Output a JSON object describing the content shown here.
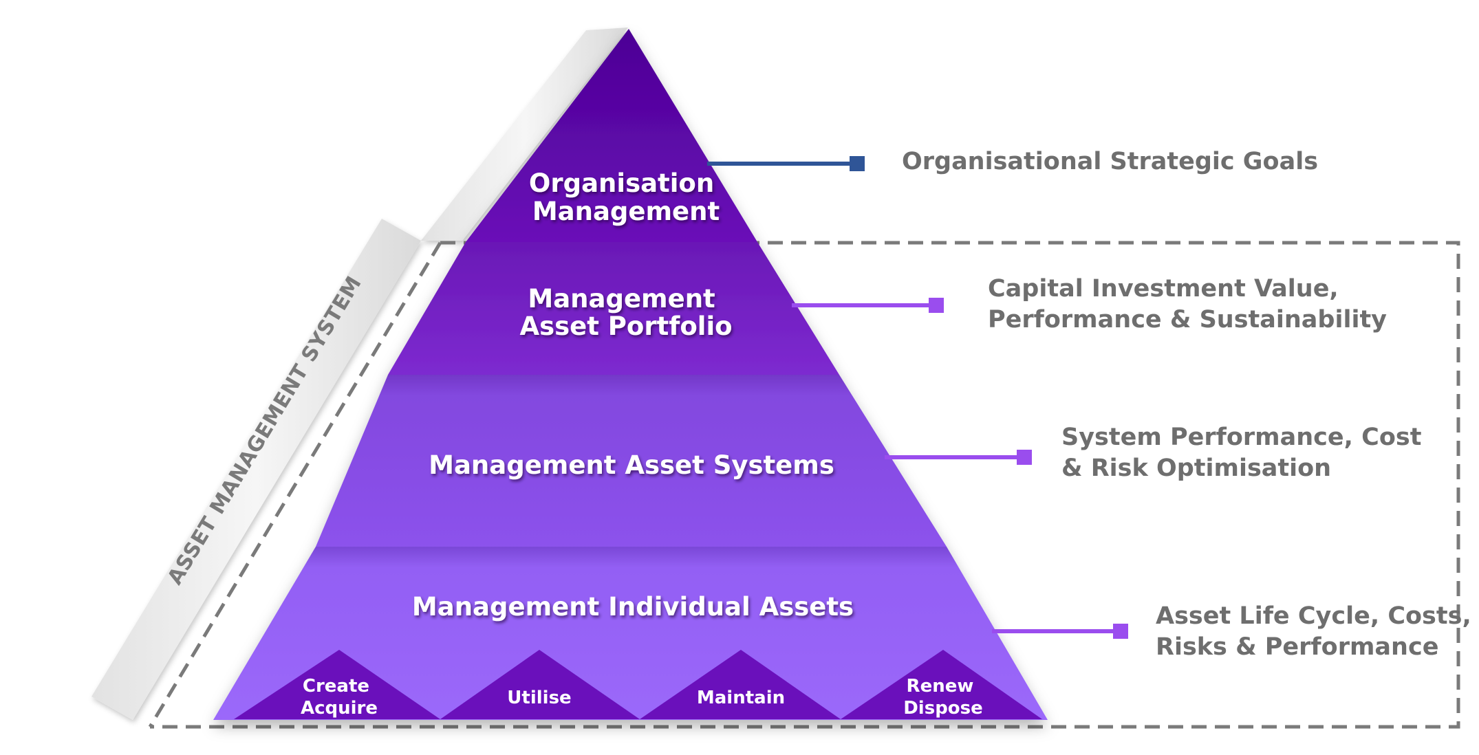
{
  "vertical_label": "ASSET MANAGEMENT SYSTEM",
  "tiers": [
    {
      "lines": [
        "Organisation",
        "Management"
      ],
      "description": [
        "Organisational Strategic Goals"
      ]
    },
    {
      "lines": [
        "Management",
        "Asset Portfolio"
      ],
      "description": [
        "Capital Investment Value,",
        "Performance & Sustainability"
      ]
    },
    {
      "lines": [
        "Management Asset Systems"
      ],
      "description": [
        "System Performance, Cost",
        "& Risk Optimisation"
      ]
    },
    {
      "lines": [
        "Management Individual Assets"
      ],
      "description": [
        "Asset Life Cycle, Costs,",
        "Risks & Performance"
      ]
    }
  ],
  "lifecycle": [
    {
      "lines": [
        "Create",
        "Acquire"
      ]
    },
    {
      "lines": [
        "Utilise"
      ]
    },
    {
      "lines": [
        "Maintain"
      ]
    },
    {
      "lines": [
        "Renew",
        "Dispose"
      ]
    }
  ],
  "colors": {
    "tier_1": "#5a04a6",
    "tier_2": "#7420c2",
    "tier_3": "#8546e2",
    "tier_4": "#9560f6",
    "lifecycle": "#6a10bb",
    "connector_1": "#2f5597",
    "connector_other": "#9a4dee",
    "dashed_border": "#7a7a7a",
    "side_text": "#6e6e6e"
  }
}
